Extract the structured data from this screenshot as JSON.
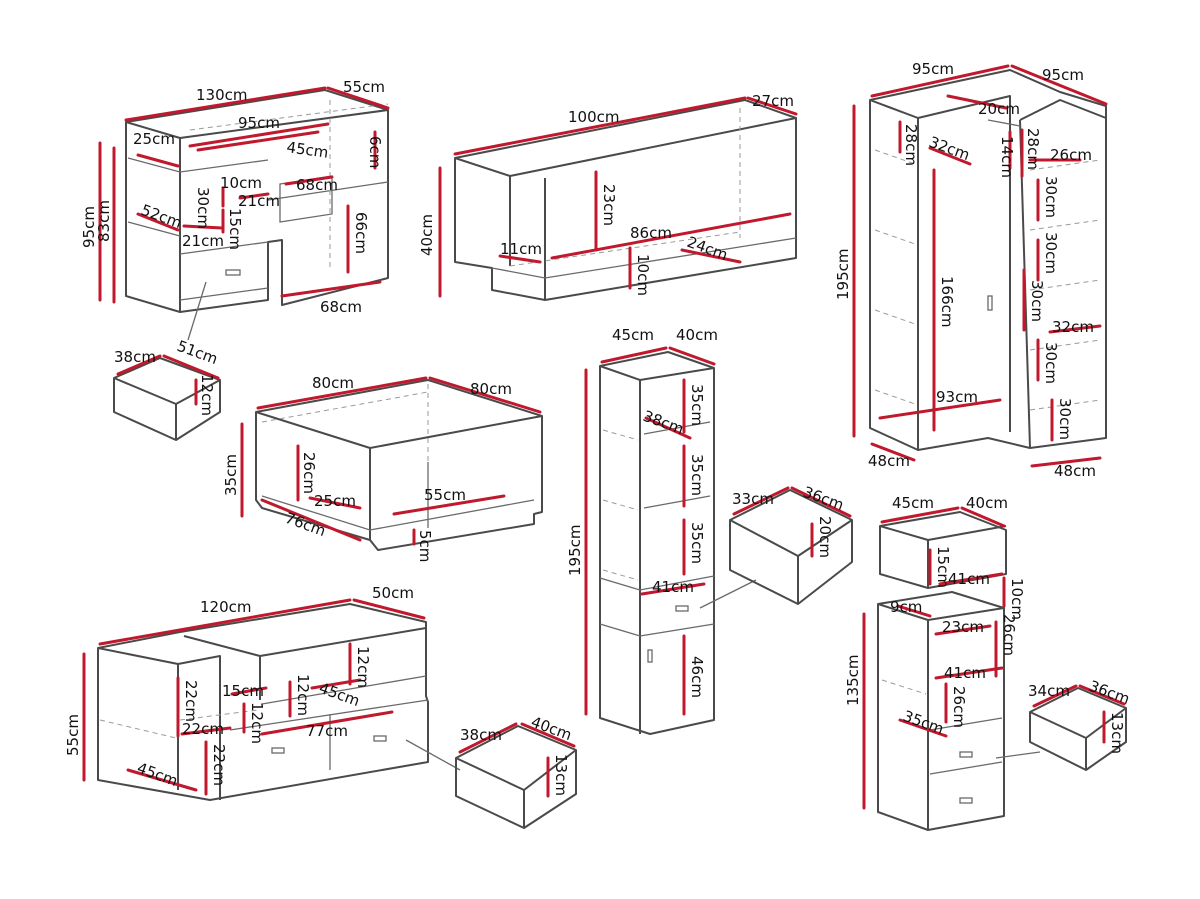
{
  "colors": {
    "outline": "#4a4a4a",
    "dimension": "#c0192e",
    "text": "#111111"
  },
  "desk": {
    "width": "130cm",
    "depth": "55cm",
    "height_total": "95cm",
    "height_top": "83cm",
    "inner_top": "95cm",
    "top_gap": "6cm",
    "shelf_w": "45cm",
    "cubby": "25cm",
    "gap10": "10cm",
    "gap30": "30cm",
    "d21a": "21cm",
    "d15": "15cm",
    "d68a": "68cm",
    "d52": "52cm",
    "d21b": "21cm",
    "leg_h": "66cm",
    "leg_w": "68cm",
    "drawer": {
      "d38": "38cm",
      "d51": "51cm",
      "d12": "12cm"
    }
  },
  "wall_shelf": {
    "width": "100cm",
    "depth": "27cm",
    "height": "40cm",
    "inner_h": "23cm",
    "inner_w": "86cm",
    "d11": "11cm",
    "d24": "24cm",
    "d10": "10cm"
  },
  "corner_wardrobe": {
    "w1": "95cm",
    "w2": "95cm",
    "d20": "20cm",
    "d28a": "28cm",
    "d32": "32cm",
    "d28b": "28cm",
    "d14": "14cm",
    "d26": "26cm",
    "height": "195cm",
    "inner_h": "166cm",
    "s1": "30cm",
    "s2": "30cm",
    "s3": "30cm",
    "s4": "30cm",
    "s5": "30cm",
    "d32b": "32cm",
    "d93": "93cm",
    "d48a": "48cm",
    "d48b": "48cm"
  },
  "coffee_table": {
    "w": "80cm",
    "d": "80cm",
    "h": "35cm",
    "inner_h": "26cm",
    "d25": "25cm",
    "d55": "55cm",
    "d76": "76cm",
    "d5": "5cm"
  },
  "tall_shelf": {
    "w": "45cm",
    "d": "40cm",
    "h": "195cm",
    "d38": "38cm",
    "s1": "35cm",
    "s2": "35cm",
    "s3": "35cm",
    "d41": "41cm",
    "d46": "46cm",
    "drawer": {
      "d33": "33cm",
      "d36": "36cm",
      "d20": "20cm"
    }
  },
  "tv_unit": {
    "w": "120cm",
    "d": "50cm",
    "h": "55cm",
    "d12a": "12cm",
    "d22a": "22cm",
    "d15": "15cm",
    "d12b": "12cm",
    "d45a": "45cm",
    "d22b": "22cm",
    "d12c": "12cm",
    "d77": "77cm",
    "d45b": "45cm",
    "d22c": "22cm",
    "drawer": {
      "d38": "38cm",
      "d40": "40cm",
      "d13": "13cm"
    }
  },
  "small_cabinet": {
    "w": "45cm",
    "d": "40cm",
    "h": "135cm",
    "d15": "15cm",
    "d41a": "41cm",
    "d10": "10cm",
    "d9": "9cm",
    "d23": "23cm",
    "d26a": "26cm",
    "d41b": "41cm",
    "d26b": "26cm",
    "d35": "35cm",
    "drawer": {
      "d34": "34cm",
      "d36": "36cm",
      "d13": "13cm"
    }
  }
}
